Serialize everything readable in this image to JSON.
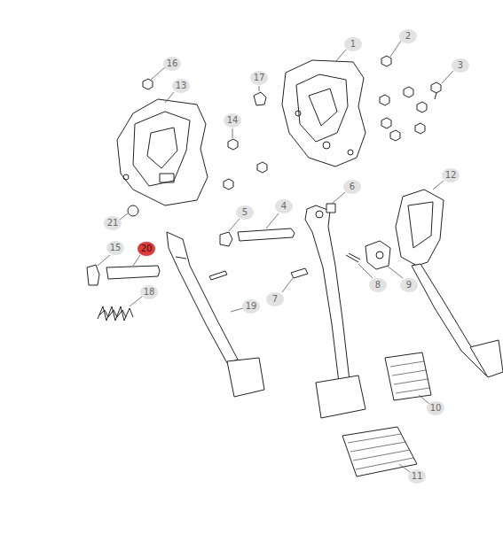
{
  "diagram": {
    "labels": [
      "16",
      "13",
      "1",
      "2",
      "3",
      "17",
      "14",
      "21",
      "5",
      "4",
      "6",
      "12",
      "15",
      "20",
      "18",
      "8",
      "9",
      "7",
      "19",
      "10",
      "11"
    ]
  }
}
